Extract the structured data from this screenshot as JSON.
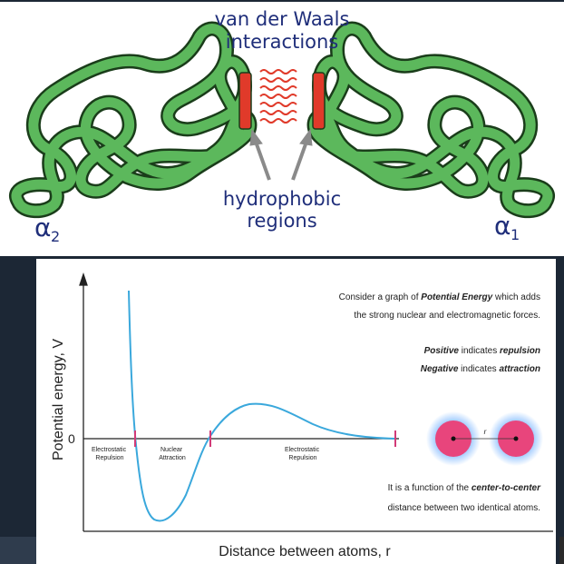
{
  "protein": {
    "vdw_line1": "van der Waals",
    "vdw_line2": "interactions",
    "hydro_line1": "hydrophobic",
    "hydro_line2": "regions",
    "alpha2": "α",
    "alpha2_sub": "2",
    "alpha1": "α",
    "alpha1_sub": "1",
    "colors": {
      "chain": "#5cb85c",
      "chain_outline": "#1a3d1a",
      "hydrophobic": "#e03a2a",
      "label": "#1f2e7a"
    }
  },
  "graph": {
    "y_label": "Potential energy, V",
    "x_label": "Distance between atoms, r",
    "zero_label": "0",
    "regions": [
      "Electrostatic Repulsion",
      "Nuclear Attraction",
      "Electrostatic Repulsion"
    ],
    "region_lines": [
      [
        "Electrostatic",
        "Repulsion"
      ],
      [
        "Nuclear",
        "Attraction"
      ],
      [
        "Electrostatic",
        "Repulsion"
      ]
    ],
    "note1_a": "Consider a graph of ",
    "note1_b": "Potential Energy",
    "note1_c": " which adds",
    "note2": "the strong nuclear and electromagnetic forces.",
    "pos_a": "Positive",
    "pos_b": " indicates ",
    "pos_c": "repulsion",
    "neg_a": "Negative",
    "neg_b": " indicates ",
    "neg_c": "attraction",
    "func_a": "It is a function of the ",
    "func_b": "center-to-center",
    "func_c": "distance between two identical atoms.",
    "r_label": "r",
    "colors": {
      "curve": "#3aa8dc",
      "marker": "#d23b78",
      "atom": "#e8457c",
      "atom_glow": "#7fb8ff"
    }
  }
}
